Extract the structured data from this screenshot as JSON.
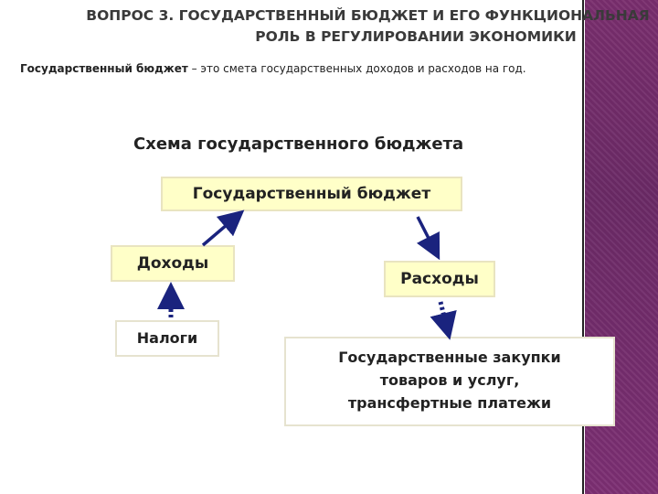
{
  "title": {
    "line1": "ВОПРОС 3. ГОСУДАРСТВЕННЫЙ БЮДЖЕТ И ЕГО ФУНКЦИОНАЛЬНАЯ",
    "line2": "РОЛЬ В РЕГУЛИРОВАНИИ ЭКОНОМИКИ"
  },
  "definition": {
    "term": "Государственный бюджет",
    "text": " – это смета государственных доходов и расходов на год."
  },
  "scheme": {
    "title": "Схема государственного бюджета",
    "budget": "Государственный бюджет",
    "income": "Доходы",
    "expenses": "Расходы",
    "taxes": "Налоги",
    "spending_line1": "Государственные закупки",
    "spending_line2": "товаров и услуг,",
    "spending_line3": "трансфертные платежи"
  },
  "colors": {
    "box_fill": "#ffffc8",
    "arrow": "#1a237e",
    "side_band": "#7a2e6e"
  }
}
